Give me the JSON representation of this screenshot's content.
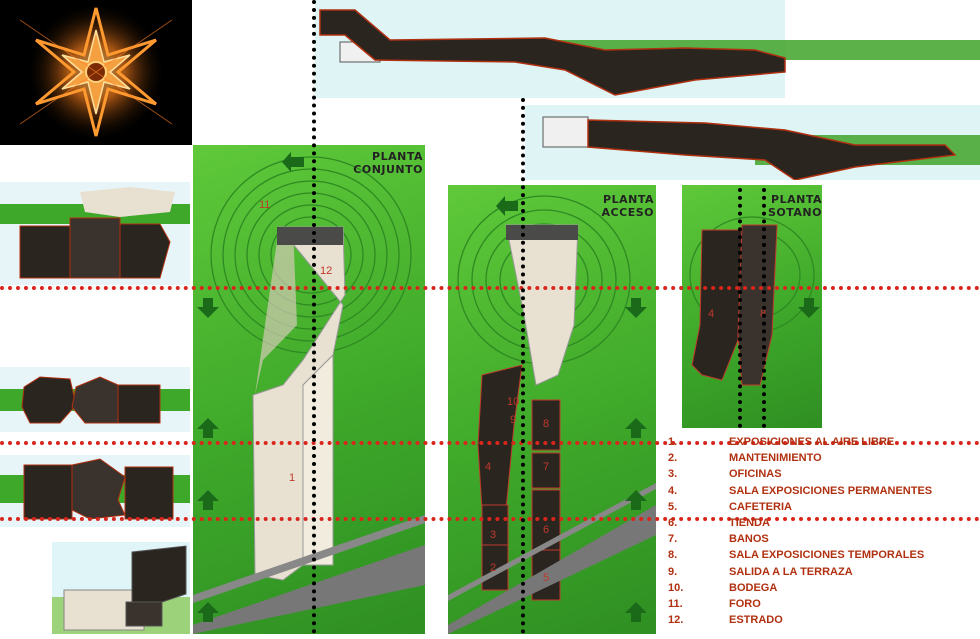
{
  "panels": {
    "conjunto": {
      "title_line1": "PLANTA",
      "title_line2": "CONJUNTO"
    },
    "acceso": {
      "title_line1": "PLANTA",
      "title_line2": "ACCESO"
    },
    "sotano": {
      "title_line1": "PLANTA",
      "title_line2": "SOTANO"
    }
  },
  "plan_labels": {
    "conjunto": [
      "11",
      "12",
      "1"
    ],
    "acceso": [
      "10",
      "9",
      "8",
      "4",
      "7",
      "3",
      "6",
      "2",
      "5"
    ],
    "sotano": [
      "4",
      "8"
    ]
  },
  "legend": [
    {
      "num": "1.",
      "text": "EXPOSICIONES AL AIRE LIBRE"
    },
    {
      "num": "2.",
      "text": "MANTENIMIENTO"
    },
    {
      "num": "3.",
      "text": "OFICINAS"
    },
    {
      "num": "4.",
      "text": "SALA EXPOSICIONES PERMANENTES"
    },
    {
      "num": "5.",
      "text": "CAFETERIA"
    },
    {
      "num": "6.",
      "text": "TIENDA"
    },
    {
      "num": "7.",
      "text": "BANOS"
    },
    {
      "num": "8.",
      "text": "SALA EXPOSICIONES TEMPORALES"
    },
    {
      "num": "9.",
      "text": "SALIDA A LA TERRAZA"
    },
    {
      "num": "10.",
      "text": "BODEGA"
    },
    {
      "num": "11.",
      "text": "FORO"
    },
    {
      "num": "12.",
      "text": "ESTRADO"
    }
  ],
  "colors": {
    "green": "#3ea82a",
    "red_dotted": "#d9261c",
    "legend_text": "#b03010",
    "dark_volume": "#2b2520",
    "light_volume": "#e8e0d0"
  }
}
